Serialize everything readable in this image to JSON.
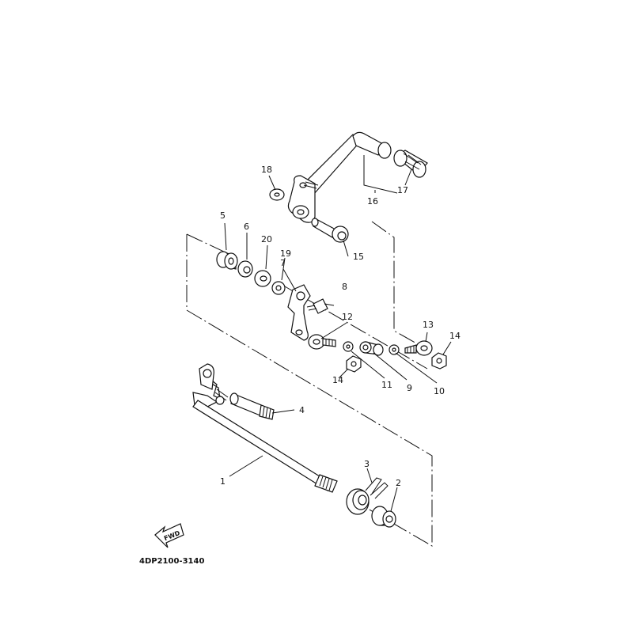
{
  "diagram": {
    "code": "4DP2100-3140",
    "fwd_label": "FWD",
    "callouts": [
      {
        "id": "c1",
        "label": "1"
      },
      {
        "id": "c2",
        "label": "2"
      },
      {
        "id": "c3",
        "label": "3"
      },
      {
        "id": "c4",
        "label": "4"
      },
      {
        "id": "c5",
        "label": "5"
      },
      {
        "id": "c6",
        "label": "6"
      },
      {
        "id": "c7",
        "label": "7"
      },
      {
        "id": "c8",
        "label": "8"
      },
      {
        "id": "c9",
        "label": "9"
      },
      {
        "id": "c10",
        "label": "10"
      },
      {
        "id": "c11",
        "label": "11"
      },
      {
        "id": "c12",
        "label": "12"
      },
      {
        "id": "c13",
        "label": "13"
      },
      {
        "id": "c14a",
        "label": "14"
      },
      {
        "id": "c14b",
        "label": "14"
      },
      {
        "id": "c15",
        "label": "15"
      },
      {
        "id": "c16",
        "label": "16"
      },
      {
        "id": "c17",
        "label": "17"
      },
      {
        "id": "c18",
        "label": "18"
      },
      {
        "id": "c19",
        "label": "19"
      },
      {
        "id": "c20",
        "label": "20"
      }
    ]
  }
}
